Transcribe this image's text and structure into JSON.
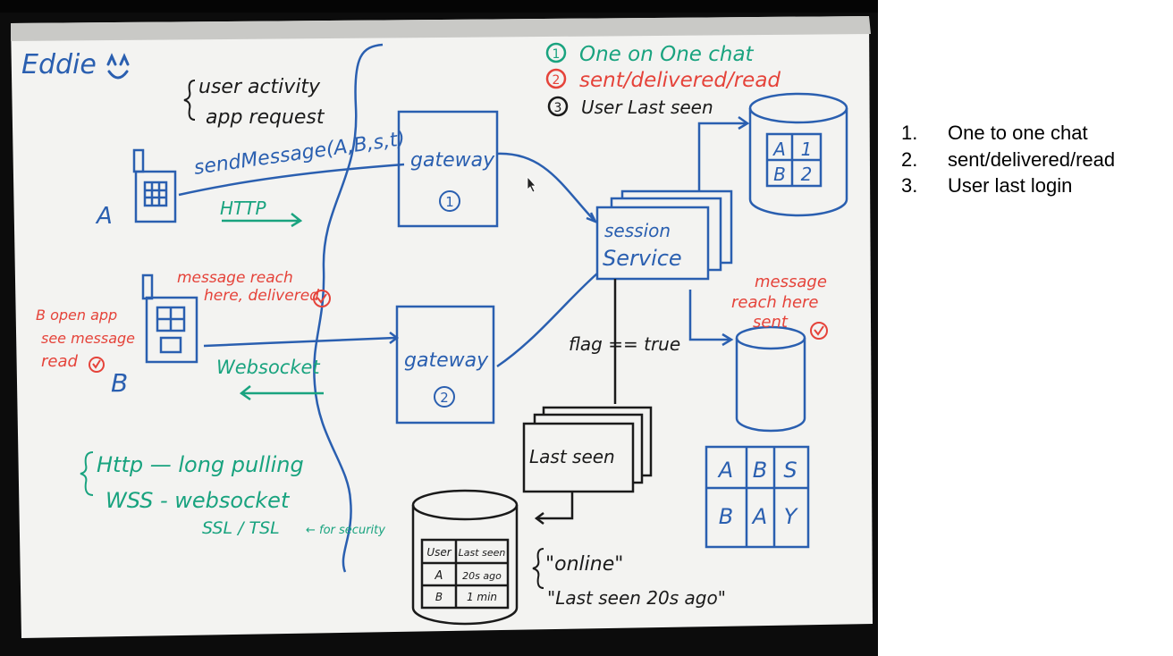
{
  "whiteboard": {
    "author": "Eddie",
    "legend": [
      {
        "marker": "1",
        "text": "One on One chat",
        "color": "#19a37f"
      },
      {
        "marker": "2",
        "text": "sent/delivered/read",
        "color": "#e5433a"
      },
      {
        "marker": "3",
        "text": "User Last seen",
        "color": "#1a1a1a"
      }
    ],
    "request_notes": [
      "user activity",
      "app request"
    ],
    "send_message": "sendMessage(A,B,s,t)",
    "client_a": "A",
    "client_b": "B",
    "http_label": "HTTP",
    "websocket_label": "Websocket",
    "gateway_1": {
      "name": "gateway",
      "num": "1"
    },
    "gateway_2": {
      "name": "gateway",
      "num": "2"
    },
    "session_service": [
      "session",
      "Service"
    ],
    "delivered_note": [
      "message reach",
      "here, delivered"
    ],
    "read_note": [
      "B open app",
      "see message",
      "read"
    ],
    "sent_note": [
      "message",
      "reach here",
      "sent"
    ],
    "flag_label": "flag == true",
    "last_seen_service": "Last seen",
    "protocols": [
      "Http — long pulling",
      "WSS - websocket"
    ],
    "ssl_label": "SSL / TSL",
    "ssl_note": "← for security",
    "session_table": {
      "rows": [
        [
          "A",
          "1"
        ],
        [
          "B",
          "2"
        ]
      ]
    },
    "message_table": {
      "rows": [
        [
          "A",
          "B",
          "S"
        ],
        [
          "B",
          "A",
          "Y"
        ]
      ]
    },
    "last_seen_table": {
      "headers": [
        "User",
        "Last seen"
      ],
      "rows": [
        [
          "A",
          "20s ago"
        ],
        [
          "B",
          "1 min"
        ]
      ]
    },
    "status_texts": [
      "\"online\"",
      "\"Last seen 20s ago\""
    ],
    "colors": {
      "blue": "#2a5fb0",
      "green": "#19a37f",
      "red": "#e5433a",
      "black": "#1a1a1a"
    }
  },
  "notes": {
    "items": [
      {
        "num": "1.",
        "text": "One to one chat"
      },
      {
        "num": "2.",
        "text": "sent/delivered/read"
      },
      {
        "num": "3.",
        "text": "User last login"
      }
    ]
  }
}
